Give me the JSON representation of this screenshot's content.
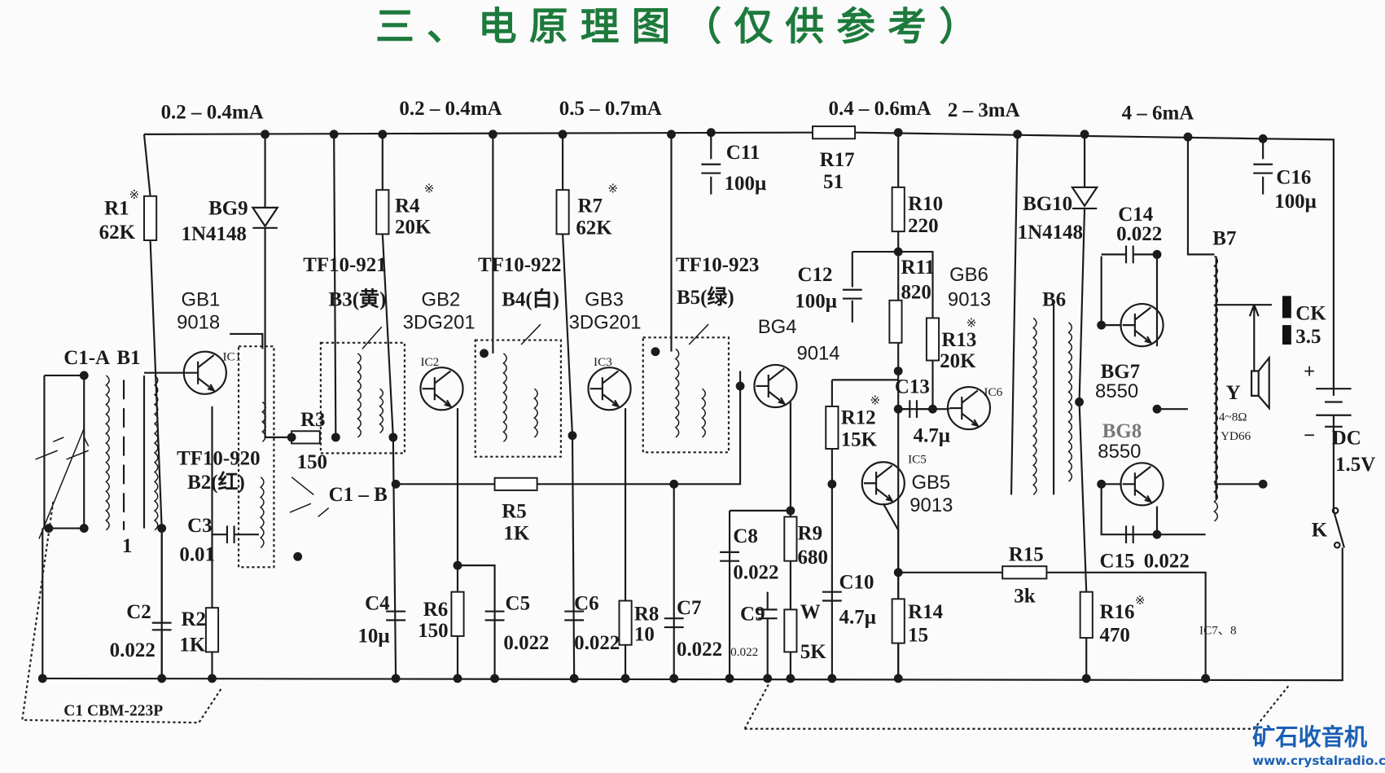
{
  "title": "三、电原理图（仅供参考）",
  "currents": [
    "0.2 – 0.4mA",
    "0.2 – 0.4mA",
    "0.5 – 0.7mA",
    "0.4 – 0.6mA",
    "2 – 3mA",
    "4 – 6mA"
  ],
  "mark": "※",
  "components": {
    "R1": {
      "ref": "R1",
      "value": "62K"
    },
    "BG9": {
      "ref": "BG9",
      "value": "1N4148"
    },
    "R4": {
      "ref": "R4",
      "value": "20K"
    },
    "R7": {
      "ref": "R7",
      "value": "62K"
    },
    "C11": {
      "ref": "C11",
      "value": "100μ"
    },
    "R17": {
      "ref": "R17",
      "value": "51"
    },
    "R10": {
      "ref": "R10",
      "value": "220"
    },
    "C12": {
      "ref": "C12",
      "value": "100μ"
    },
    "R11": {
      "ref": "R11",
      "value": "820"
    },
    "GB6": {
      "ref": "GB6",
      "value": "9013"
    },
    "R13": {
      "ref": "R13",
      "value": "20K"
    },
    "BG10": {
      "ref": "BG10",
      "value": "1N4148"
    },
    "C14": {
      "ref": "C14",
      "value": "0.022"
    },
    "B7": {
      "ref": "B7"
    },
    "C16": {
      "ref": "C16",
      "value": "100μ"
    },
    "CK": {
      "ref": "CK",
      "value": "3.5"
    },
    "B6": {
      "ref": "B6"
    },
    "BG7": {
      "ref": "BG7",
      "value": "8550"
    },
    "BG8": {
      "ref": "BG8",
      "value": "8550"
    },
    "Y": {
      "ref": "Y",
      "value": "4~8Ω",
      "model": "YD66"
    },
    "DC": {
      "plus": "+",
      "minus": "−",
      "ref": "DC",
      "value": "1.5V"
    },
    "K": {
      "ref": "K"
    },
    "R15": {
      "ref": "R15",
      "value": "3k"
    },
    "C15": {
      "ref": "C15",
      "value": "0.022"
    },
    "R16": {
      "ref": "R16",
      "value": "470"
    },
    "IC78": {
      "ref": "IC7、8"
    },
    "R14": {
      "ref": "R14",
      "value": "15"
    },
    "C10": {
      "ref": "C10",
      "value": "4.7μ"
    },
    "W": {
      "ref": "W",
      "value": "5K"
    },
    "C9": {
      "ref": "C9",
      "value": "0.022"
    },
    "R9": {
      "ref": "R9",
      "value": "680"
    },
    "C8": {
      "ref": "C8",
      "value": "0.022"
    },
    "R12": {
      "ref": "R12",
      "value": "15K"
    },
    "C13": {
      "ref": "C13",
      "value": "4.7μ"
    },
    "GB5": {
      "ref": "GB5",
      "value": "9013"
    },
    "IC5": {
      "ref": "IC5"
    },
    "IC6": {
      "ref": "IC6"
    },
    "BG4": {
      "ref": "BG4",
      "value": "9014"
    },
    "B5": {
      "model": "TF10-923",
      "ref": "B5(绿)"
    },
    "GB3": {
      "ref": "GB3",
      "value": "3DG201"
    },
    "B4": {
      "model": "TF10-922",
      "ref": "B4(白)"
    },
    "GB2": {
      "ref": "GB2",
      "value": "3DG201"
    },
    "B3": {
      "model": "TF10-921",
      "ref": "B3(黄)"
    },
    "GB1": {
      "ref": "GB1",
      "value": "9018"
    },
    "IC1": {
      "ref": "IC1"
    },
    "IC2": {
      "ref": "IC2"
    },
    "IC3": {
      "ref": "IC3"
    },
    "C1A": {
      "ref": "C1-A"
    },
    "B1": {
      "ref": "B1",
      "tap": "1"
    },
    "R3": {
      "ref": "R3",
      "value": "150"
    },
    "B2": {
      "model": "TF10-920",
      "ref": "B2(红)"
    },
    "C1B": {
      "ref": "C1 – B"
    },
    "C3": {
      "ref": "C3",
      "value": "0.01"
    },
    "R5": {
      "ref": "R5",
      "value": "1K"
    },
    "C4": {
      "ref": "C4",
      "value": "10μ"
    },
    "R6": {
      "ref": "R6",
      "value": "150"
    },
    "C5": {
      "ref": "C5",
      "value": "0.022"
    },
    "C6": {
      "ref": "C6",
      "value": "0.022"
    },
    "R8": {
      "ref": "R8",
      "value": "10"
    },
    "C7": {
      "ref": "C7",
      "value": "0.022"
    },
    "C2": {
      "ref": "C2",
      "value": "0.022"
    },
    "R2": {
      "ref": "R2",
      "value": "1K"
    },
    "C1": {
      "ref": "C1  CBM-223P"
    }
  },
  "logo": {
    "text": "矿石收音机",
    "url": "www.crystalradio.cn"
  }
}
